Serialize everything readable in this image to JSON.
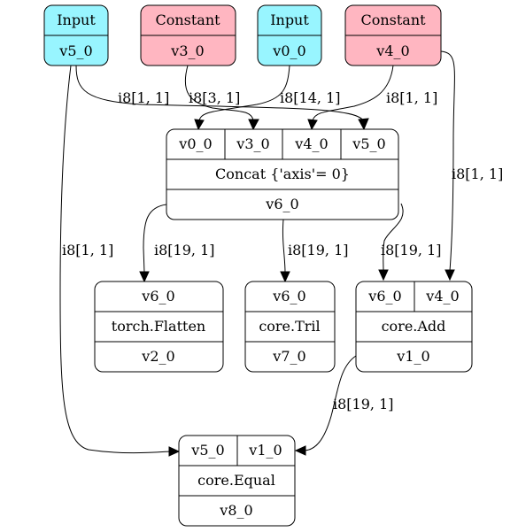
{
  "colors": {
    "input_fill": "#98f5ff",
    "constant_fill": "#ffb6c1",
    "op_fill": "#ffffff",
    "stroke": "#000000"
  },
  "nodes": {
    "in_v5": {
      "kind": "Input",
      "out": "v5_0"
    },
    "const_v3": {
      "kind": "Constant",
      "out": "v3_0"
    },
    "in_v0": {
      "kind": "Input",
      "out": "v0_0"
    },
    "const_v4": {
      "kind": "Constant",
      "out": "v4_0"
    },
    "concat": {
      "inputs": [
        "v0_0",
        "v3_0",
        "v4_0",
        "v5_0"
      ],
      "op": "Concat {'axis'= 0}",
      "out": "v6_0"
    },
    "flatten": {
      "inputs": [
        "v6_0"
      ],
      "op": "torch.Flatten",
      "out": "v2_0"
    },
    "tril": {
      "inputs": [
        "v6_0"
      ],
      "op": "core.Tril",
      "out": "v7_0"
    },
    "add": {
      "inputs": [
        "v6_0",
        "v4_0"
      ],
      "op": "core.Add",
      "out": "v1_0"
    },
    "equal": {
      "inputs": [
        "v5_0",
        "v1_0"
      ],
      "op": "core.Equal",
      "out": "v8_0"
    }
  },
  "edges": {
    "v5_to_concat": "i8[1, 1]",
    "v3_to_concat": "i8[3, 1]",
    "v0_to_concat": "i8[14, 1]",
    "v4_to_concat": "i8[1, 1]",
    "v4_to_add": "i8[1, 1]",
    "v5_to_equal": "i8[1, 1]",
    "v6_to_flatten": "i8[19, 1]",
    "v6_to_tril": "i8[19, 1]",
    "v6_to_add": "i8[19, 1]",
    "v1_to_equal": "i8[19, 1]"
  }
}
